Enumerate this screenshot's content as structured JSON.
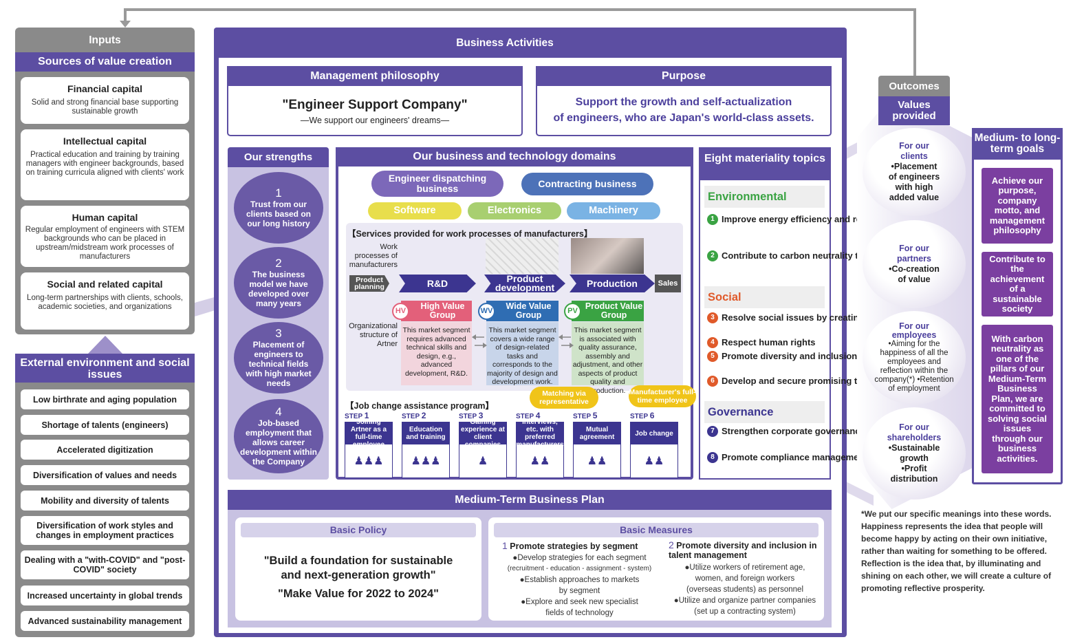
{
  "inputs": {
    "header": "Inputs",
    "sources_title": "Sources of value creation",
    "capitals": [
      {
        "title": "Financial capital",
        "desc": "Solid and strong financial base supporting sustainable growth"
      },
      {
        "title": "Intellectual capital",
        "desc": "Practical education and training by training managers with engineer backgrounds, based on training curricula aligned with clients' work"
      },
      {
        "title": "Human capital",
        "desc": "Regular employment of engineers with STEM backgrounds who can be placed in upstream/midstream work processes of manufacturers"
      },
      {
        "title": "Social and related capital",
        "desc": "Long-term partnerships with clients, schools, academic societies, and organizations"
      }
    ],
    "external_title": "External environment and social issues",
    "external": [
      "Low birthrate and aging population",
      "Shortage of talents (engineers)",
      "Accelerated digitization",
      "Diversification of values and needs",
      "Mobility and diversity of talents",
      "Diversification of work styles and changes in employment practices",
      "Dealing with a \"with-COVID\" and \"post-COVID\" society",
      "Increased uncertainty in global trends",
      "Advanced sustainability management"
    ]
  },
  "business": {
    "header": "Business Activities",
    "philosophy_title": "Management philosophy",
    "philosophy_main": "\"Engineer Support Company\"",
    "philosophy_sub": "—We support our engineers' dreams—",
    "purpose_title": "Purpose",
    "purpose_text_1": "Support the growth and self-actualization",
    "purpose_text_2": "of engineers, who are Japan's world-class assets.",
    "strengths_title": "Our strengths",
    "strengths": [
      {
        "n": "1",
        "text": "Trust from our clients based on our long history"
      },
      {
        "n": "2",
        "text": "The business model we have developed over many years"
      },
      {
        "n": "3",
        "text": "Placement of engineers to technical fields with high market needs"
      },
      {
        "n": "4",
        "text": "Job-based employment that allows career development within the Company"
      }
    ],
    "domains_title": "Our business and technology domains",
    "biz1": "Engineer dispatching business",
    "biz2": "Contracting business",
    "tech": [
      "Software",
      "Electronics",
      "Machinery"
    ],
    "services_title": "【Services provided for work processes of manufacturers】",
    "work_label": "Work processes of manufacturers",
    "product_planning": "Product planning",
    "process": [
      "R&D",
      "Product development",
      "Production"
    ],
    "sales": "Sales",
    "org_label": "Organizational structure of Artner",
    "groups": [
      {
        "abbr": "HV",
        "name": "High Value Group",
        "desc": "This market segment requires advanced technical skills and design, e.g., advanced development, R&D.",
        "color": "#e3607a"
      },
      {
        "abbr": "WV",
        "name": "Wide Value Group",
        "desc": "This market segment covers a wide range of design-related tasks and corresponds to the majority of design and development work.",
        "color": "#2f6db3"
      },
      {
        "abbr": "PV",
        "name": "Product Value Group",
        "desc": "This market segment is associated with quality assurance, assembly and adjustment, and other aspects of product quality and production.",
        "color": "#3aa343"
      }
    ],
    "job_title": "【Job change assistance program】",
    "bubble1": "Matching via representative",
    "bubble2": "Manufacturer's full-time employee",
    "steps": [
      {
        "label": "STEP",
        "n": "1",
        "text": "Joining Artner as a full-time employee"
      },
      {
        "label": "STEP",
        "n": "2",
        "text": "Education and training"
      },
      {
        "label": "STEP",
        "n": "3",
        "text": "Gaining experience at client companies"
      },
      {
        "label": "STEP",
        "n": "4",
        "text": "Interviews, etc. with preferred manufacturers"
      },
      {
        "label": "STEP",
        "n": "5",
        "text": "Mutual agreement"
      },
      {
        "label": "STEP",
        "n": "6",
        "text": "Job change"
      }
    ],
    "materiality_title": "Eight materiality topics",
    "env_title": "Environmental",
    "social_title": "Social",
    "gov_title": "Governance",
    "materiality": [
      {
        "n": "1",
        "text": "Improve energy efficiency and reduce energy usage",
        "color": "#3aa343"
      },
      {
        "n": "2",
        "text": "Contribute to carbon neutrality through business activities",
        "color": "#3aa343"
      },
      {
        "n": "3",
        "text": "Resolve social issues by creating jobs",
        "color": "#e05a2a"
      },
      {
        "n": "4",
        "text": "Respect human rights",
        "color": "#e05a2a"
      },
      {
        "n": "5",
        "text": "Promote diversity and inclusion",
        "color": "#e05a2a"
      },
      {
        "n": "6",
        "text": "Develop and secure promising talents",
        "color": "#e05a2a"
      },
      {
        "n": "7",
        "text": "Strengthen corporate governance",
        "color": "#3c3590"
      },
      {
        "n": "8",
        "text": "Promote compliance management",
        "color": "#3c3590"
      }
    ],
    "plan_title": "Medium-Term Business Plan",
    "policy_title": "Basic Policy",
    "policy_1": "\"Build a foundation for sustainable",
    "policy_2": "and next-generation growth\"",
    "policy_3": "\"Make Value for 2022 to 2024\"",
    "measures_title": "Basic Measures",
    "m1_n": "1",
    "m1_title": "Promote strategies by segment",
    "m1_items": [
      "●Develop strategies for each segment",
      "(recruitment - education - assignment - system)",
      "●Establish approaches to markets",
      "by segment",
      "●Explore and seek new specialist",
      "fields of technology"
    ],
    "m2_n": "2",
    "m2_title": "Promote diversity and inclusion in talent management",
    "m2_items": [
      "●Utilize workers of retirement age,",
      "women, and foreign workers",
      "(overseas students) as personnel",
      "●Utilize and organize partner companies",
      "(set up a contracting system)"
    ]
  },
  "outcomes": {
    "header": "Outcomes",
    "values": "Values provided",
    "spheres": [
      {
        "head": "For our clients",
        "body": "•Placement of engineers with high added value"
      },
      {
        "head": "For our partners",
        "body": "•Co-creation of value"
      },
      {
        "head": "For our employees",
        "body": "•Aiming for the happiness of all the employees and reflection within the company(*) •Retention of employment"
      },
      {
        "head": "For our shareholders",
        "body": "•Sustainable growth •Profit distribution"
      }
    ]
  },
  "goals": {
    "header": "Medium- to long-term goals",
    "items": [
      "Achieve our purpose, company motto, and management philosophy",
      "Contribute to the achievement of a sustainable society",
      "With carbon neutrality as one of the pillars of our Medium-Term Business Plan, we are committed to solving social issues through our business activities."
    ]
  },
  "footnote": "*We put our specific meanings into these words. Happiness represents the idea that people will become happy by acting on their own initiative, rather than waiting for something to be offered. Reflection is the idea that, by illuminating and shining on each other, we will create a culture of promoting reflective prosperity."
}
